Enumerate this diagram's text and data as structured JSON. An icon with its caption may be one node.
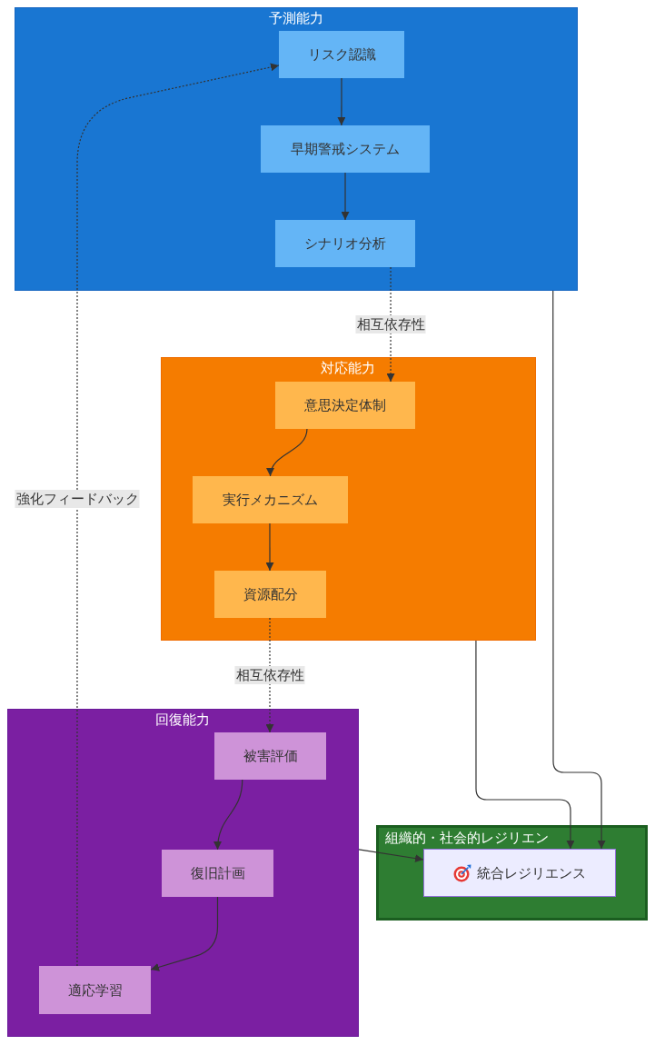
{
  "diagram": {
    "nodes": [
      {
        "text": [
          "予測能力"
        ]
      },
      {
        "text": [
          "リスク認識"
        ],
        "in": 0
      },
      {
        "text": [
          "早期警戒システム"
        ],
        "in": 0
      },
      {
        "text": [
          "シナリオ分析"
        ],
        "in": 0
      },
      {
        "text": [
          "対応能力"
        ]
      },
      {
        "text": [
          "意思決定体制"
        ],
        "in": 4
      },
      {
        "text": [
          "実行メカニズム"
        ],
        "in": 4
      },
      {
        "text": [
          "資源配分"
        ],
        "in": 4
      },
      {
        "text": [
          "回復能力"
        ]
      },
      {
        "text": [
          "被害評価"
        ],
        "in": 8
      },
      {
        "text": [
          "復旧計画"
        ],
        "in": 8
      },
      {
        "text": [
          "適応学習"
        ],
        "in": 8
      },
      {
        "text": [
          "組織的・社会的レジリエン"
        ]
      },
      {
        "text": [
          "統合レジリエンス"
        ],
        "in": 12
      }
    ],
    "edges": [
      {
        "from": 1,
        "to": 2,
        "arrow": "to"
      },
      {
        "from": 2,
        "to": 3,
        "arrow": "to"
      },
      {
        "from": 3,
        "to": 5,
        "arrow": "to",
        "label": "相互依存性",
        "style": "dashed"
      },
      {
        "from": 5,
        "to": 6,
        "arrow": "to"
      },
      {
        "from": 6,
        "to": 7,
        "arrow": "to"
      },
      {
        "from": 7,
        "to": 9,
        "arrow": "to",
        "label": "相互依存性",
        "style": "dashed"
      },
      {
        "from": 9,
        "to": 10,
        "arrow": "to"
      },
      {
        "from": 10,
        "to": 11,
        "arrow": "to"
      },
      {
        "from": 11,
        "to": 1,
        "arrow": "to",
        "label": "強化フィードバック",
        "style": "dashed"
      },
      {
        "from": 0,
        "to": 13,
        "arrow": "to"
      },
      {
        "from": 4,
        "to": 13,
        "arrow": "to"
      },
      {
        "from": 8,
        "to": 13,
        "arrow": "to"
      }
    ]
  }
}
